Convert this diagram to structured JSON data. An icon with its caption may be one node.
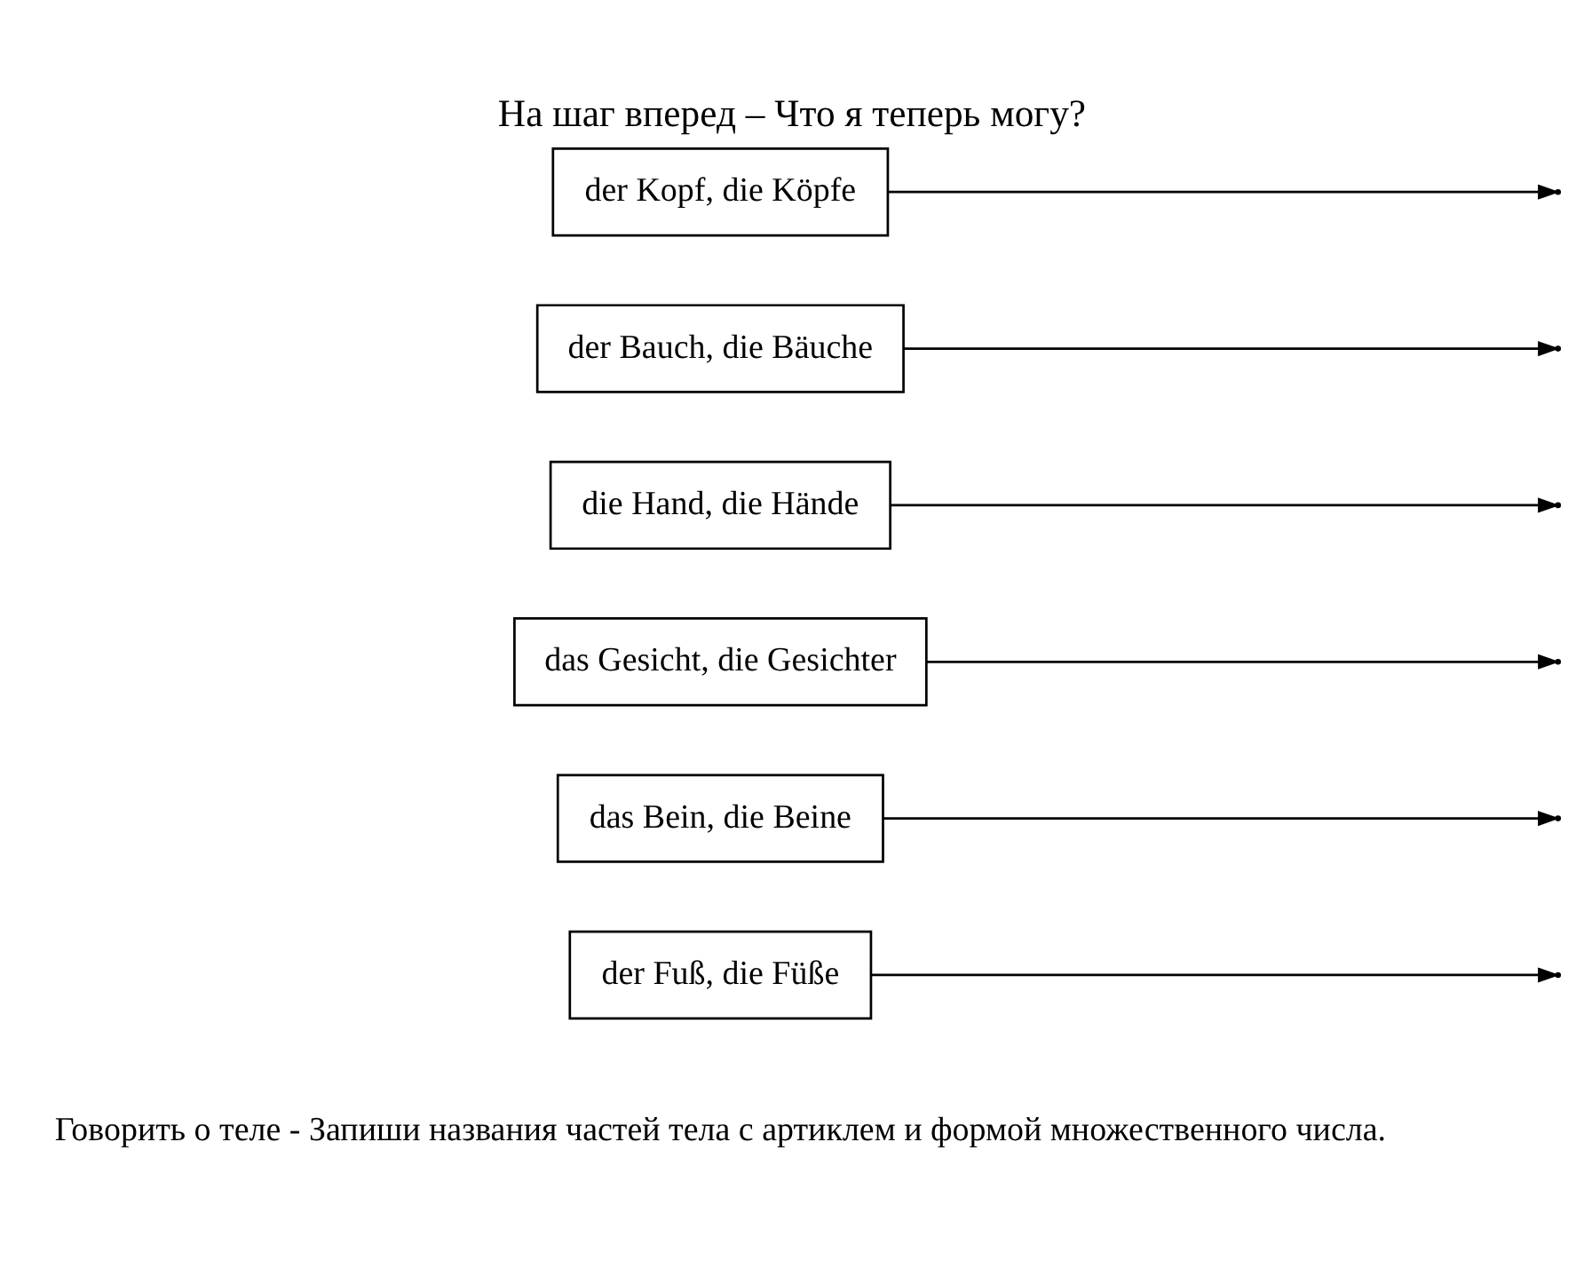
{
  "diagram": {
    "title": "На шаг вперед – Что я теперь могу?",
    "nodes": [
      {
        "text": [
          "der Fuß, die Füße"
        ]
      },
      {
        "text": [
          "das Bein, die Beine"
        ]
      },
      {
        "text": [
          "das Gesicht, die Gesichter"
        ]
      },
      {
        "text": [
          "die Hand, die Hände"
        ]
      },
      {
        "text": [
          "der Bauch, die Bäuche"
        ]
      },
      {
        "text": [
          "der Kopf, die Köpfe"
        ]
      }
    ],
    "edges": [
      {
        "from": 0,
        "to": null,
        "arrow": "to"
      },
      {
        "from": 1,
        "to": null,
        "arrow": "to"
      },
      {
        "from": 2,
        "to": null,
        "arrow": "to"
      },
      {
        "from": 3,
        "to": null,
        "arrow": "to"
      },
      {
        "from": 4,
        "to": null,
        "arrow": "to"
      },
      {
        "from": 5,
        "to": null,
        "arrow": "to"
      }
    ],
    "labels": [
      "Говорить о теле - Запиши названия частей тела с артиклем и формой множественного числа."
    ]
  }
}
